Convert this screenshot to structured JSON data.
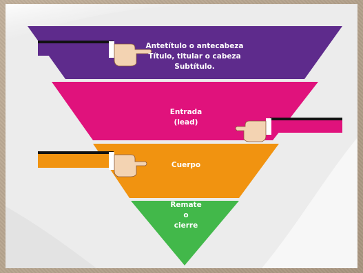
{
  "colors": {
    "headline_layer": "#5e2b8c",
    "lead_layer": "#e0127c",
    "body_layer": "#f19310",
    "closing_layer": "#42b84a",
    "text": "#ffffff"
  },
  "layers": {
    "headline": {
      "line1": "Antetítulo o antecabeza",
      "line2": "Título, titular o cabeza",
      "line3": "Subtítulo."
    },
    "lead": {
      "line1": "Entrada",
      "line2": "(lead)"
    },
    "body": {
      "line1": "Cuerpo"
    },
    "closing": {
      "line1": "Remate",
      "line2": "o",
      "line3": "cierre"
    }
  },
  "icons": [
    "pointing-hand-icon",
    "pointing-hand-icon",
    "pointing-hand-icon"
  ]
}
